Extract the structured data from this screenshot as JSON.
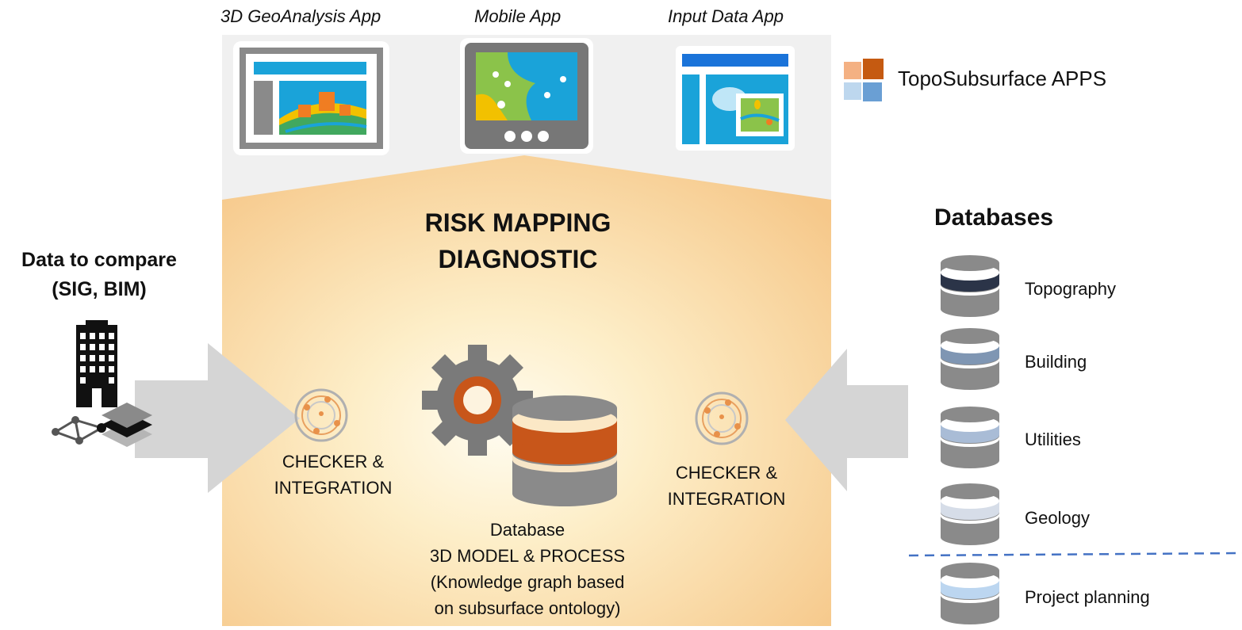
{
  "apps": {
    "geoanalysis_label": "3D GeoAnalysis App",
    "mobile_label": "Mobile App",
    "input_label": "Input Data App",
    "brand_name": "TopoSubsurface APPS"
  },
  "panel": {
    "title_line1": "RISK MAPPING",
    "title_line2": "DIAGNOSTIC"
  },
  "left": {
    "title_line1": "Data to compare",
    "title_line2": "(SIG, BIM)"
  },
  "checkers": {
    "left_line1": "CHECKER &",
    "left_line2": "INTEGRATION",
    "right_line1": "CHECKER &",
    "right_line2": "INTEGRATION"
  },
  "central_db": {
    "line1": "Database",
    "line2": "3D MODEL & PROCESS",
    "line3": "(Knowledge graph based",
    "line4": "on subsurface ontology)"
  },
  "databases": {
    "header": "Databases",
    "items": [
      {
        "label": "Topography",
        "band_color": "#2b3448"
      },
      {
        "label": "Building",
        "band_color": "#7f96b3"
      },
      {
        "label": "Utilities",
        "band_color": "#a9bcd6"
      },
      {
        "label": "Geology",
        "band_color": "#d6dde8"
      },
      {
        "label": "Project planning",
        "band_color": "#bcd6f0"
      }
    ]
  },
  "colors": {
    "panel_orange": "#f6c88a",
    "database_band": "#c8561a",
    "arrow_gray": "#d5d5d5",
    "divider_blue": "#4472c4"
  }
}
